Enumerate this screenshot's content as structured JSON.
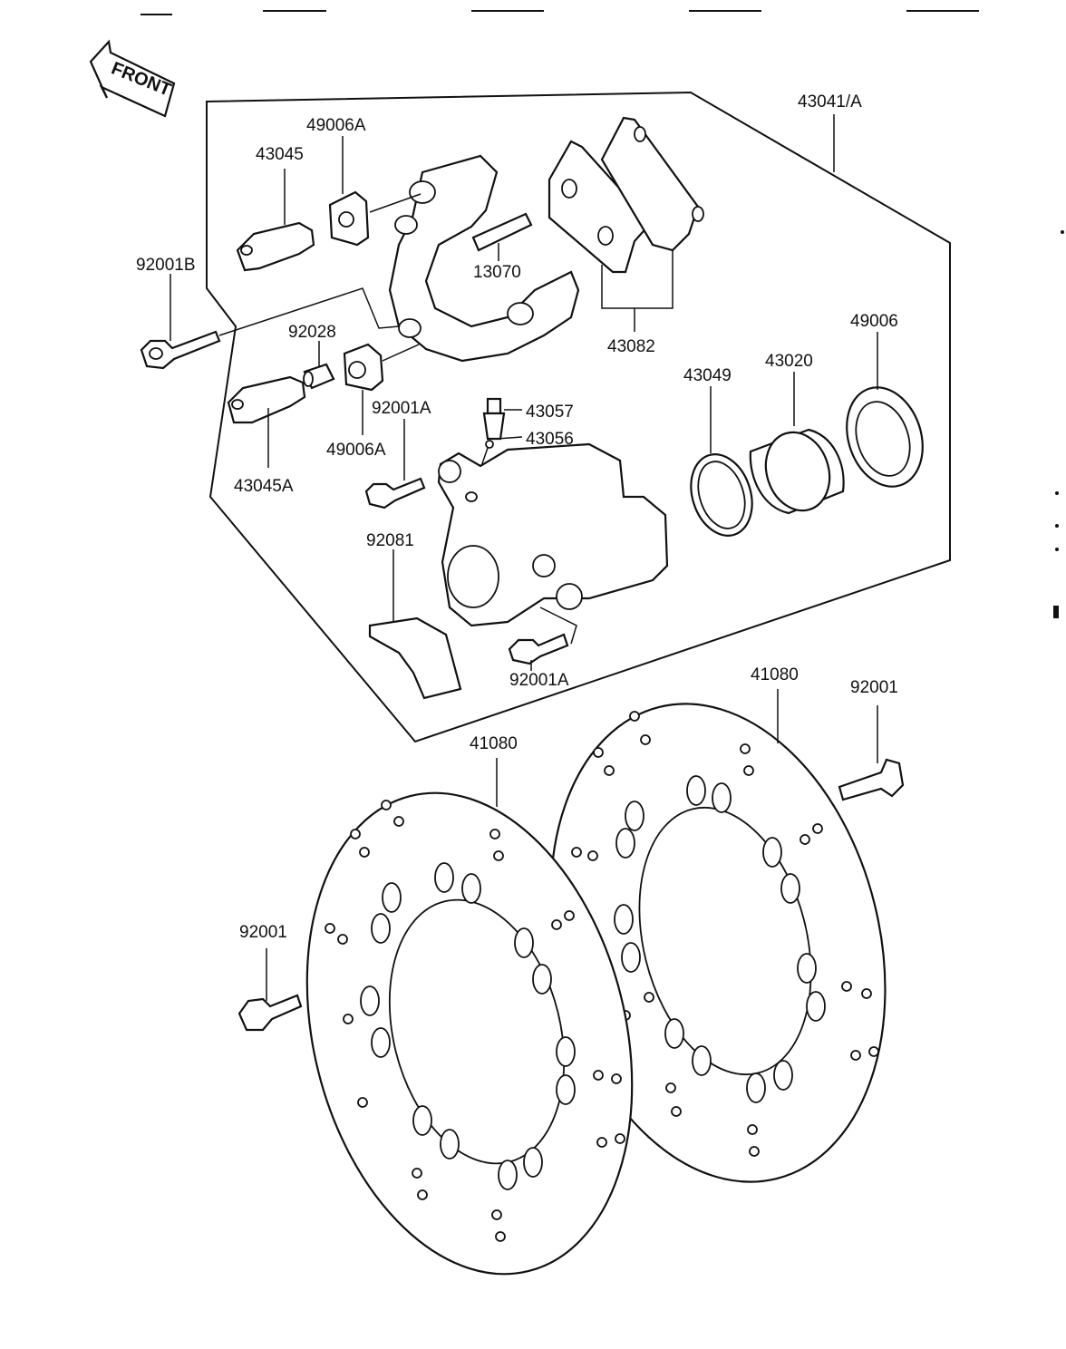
{
  "front_label": "FRONT",
  "labels": {
    "p43041A": "43041/A",
    "p49006A_top": "49006A",
    "p43045": "43045",
    "p92001B": "92001B",
    "p13070": "13070",
    "p43082": "43082",
    "p92028": "92028",
    "p49006": "49006",
    "p43049": "43049",
    "p43020": "43020",
    "p92001A_top": "92001A",
    "p43057": "43057",
    "p43056": "43056",
    "p49006A_bottom": "49006A",
    "p43045A": "43045A",
    "p92081": "92081",
    "p92001A_bottom": "92001A",
    "p41080_right": "41080",
    "p41080_left": "41080",
    "p92001_right": "92001",
    "p92001_left": "92001"
  }
}
